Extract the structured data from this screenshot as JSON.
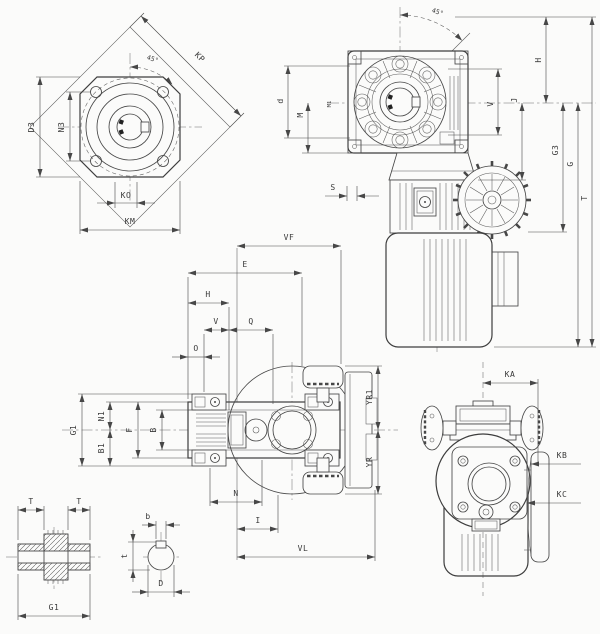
{
  "drawing": {
    "type": "worm-gearmotor-dimension-drawing",
    "colors": {
      "line": "#474747",
      "background": "#fbfbfa",
      "text": "#3a3a3a"
    }
  },
  "labels": {
    "flange": {
      "kp": "KP",
      "angle": "45°",
      "d3": "D3",
      "n3": "N3",
      "ko": "KO",
      "km": "KM"
    },
    "front": {
      "d": "d",
      "m": "M",
      "m1": "M1",
      "s": "S",
      "angle": "45°",
      "v": "V",
      "j": "J",
      "h": "H",
      "g3": "G3",
      "g": "G",
      "t": "T"
    },
    "top": {
      "vf": "VF",
      "e": "E",
      "h": "H",
      "v": "V",
      "q": "Q",
      "o": "O",
      "g1": "G1",
      "n1": "N1",
      "b1": "B1",
      "f": "F",
      "b": "B",
      "yr1": "YR1",
      "yr": "YR",
      "n": "N",
      "i": "I",
      "vl": "VL"
    },
    "iso": {
      "ka": "KA",
      "kb": "KB",
      "kc": "KC"
    },
    "shaft_section": {
      "t_left": "T",
      "t_right": "T",
      "g1": "G1"
    },
    "key_section": {
      "b": "b",
      "t": "t",
      "d": "D"
    }
  }
}
